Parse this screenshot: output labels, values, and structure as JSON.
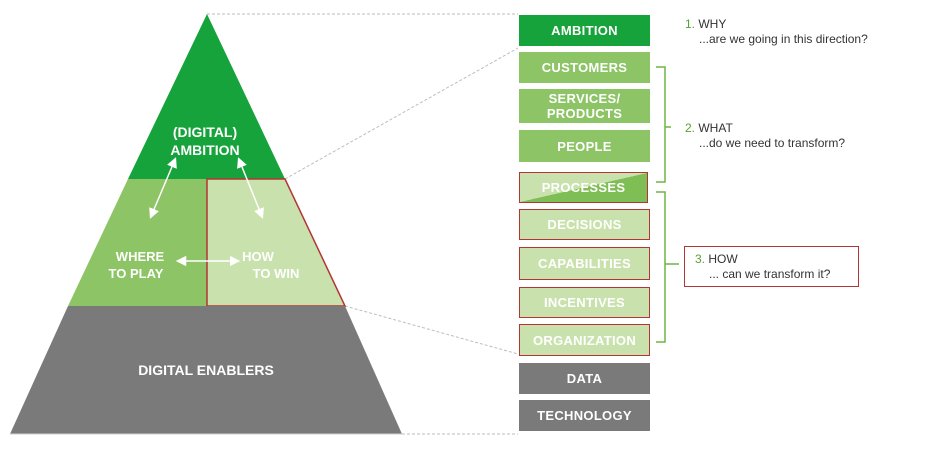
{
  "pyramid": {
    "top_line1": "(DIGITAL)",
    "top_line2": "AMBITION",
    "left_line1": "WHERE",
    "left_line2": "TO PLAY",
    "right_line1": "HOW",
    "right_line2": "TO WIN",
    "base": "DIGITAL ENABLERS"
  },
  "boxes": {
    "ambition": "AMBITION",
    "customers": "CUSTOMERS",
    "services_line1": "SERVICES/",
    "services_line2": "PRODUCTS",
    "people": "PEOPLE",
    "processes": "PROCESSES",
    "decisions": "DECISIONS",
    "capabilities": "CAPABILITIES",
    "incentives": "INCENTIVES",
    "organization": "ORGANIZATION",
    "data": "DATA",
    "technology": "TECHNOLOGY"
  },
  "notes": {
    "why_num": "1.",
    "why_title": "WHY",
    "why_sub": "...are we going in this direction?",
    "what_num": "2.",
    "what_title": "WHAT",
    "what_sub": "...do we need to transform?",
    "how_num": "3.",
    "how_title": "HOW",
    "how_sub": "... can we transform it?"
  },
  "colors": {
    "dark_green": "#17a33b",
    "mid_green": "#8cc466",
    "light_green": "#c9e2ad",
    "gray": "#7a7a7a",
    "red_border": "#b43535"
  }
}
